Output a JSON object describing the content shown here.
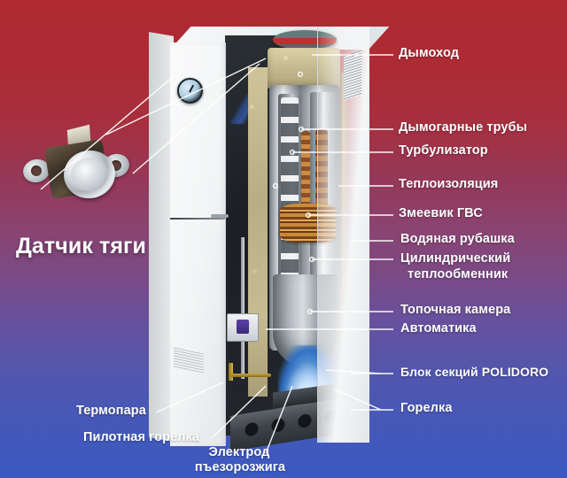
{
  "infographic": {
    "subject": "Устройство напольного газового котла (разрез)",
    "background": {
      "top_color": "#ae2a30",
      "mid_color": "#8a4471",
      "bottom_color": "#3c5ac4"
    },
    "text_color": "#ffffff"
  },
  "left_callout": {
    "title": "Датчик тяги",
    "inset_name": "draft-sensor-photo"
  },
  "right_labels": [
    {
      "id": "flue",
      "text": "Дымоход"
    },
    {
      "id": "fire-tubes",
      "text": "Дымогарные трубы"
    },
    {
      "id": "turbulator",
      "text": "Турбулизатор"
    },
    {
      "id": "insulation",
      "text": "Теплоизоляция"
    },
    {
      "id": "dhw-coil",
      "text": "Змеевик ГВС"
    },
    {
      "id": "water-jacket",
      "text": "Водяная рубашка"
    },
    {
      "id": "cyl-hx-l1",
      "text": "Цилиндрический"
    },
    {
      "id": "cyl-hx-l2",
      "text": "теплообменник"
    },
    {
      "id": "firebox",
      "text": "Топочная камера"
    },
    {
      "id": "automation",
      "text": "Автоматика"
    },
    {
      "id": "polidoro",
      "text": "Блок секций POLIDORO"
    },
    {
      "id": "burner",
      "text": "Горелка"
    }
  ],
  "bottom_labels": [
    {
      "id": "thermocouple",
      "text": "Термопара"
    },
    {
      "id": "pilot-burner",
      "text": "Пилотная горелка"
    },
    {
      "id": "igniter-l1",
      "text": "Электрод"
    },
    {
      "id": "igniter-l2",
      "text": "пъезорозжига"
    }
  ]
}
